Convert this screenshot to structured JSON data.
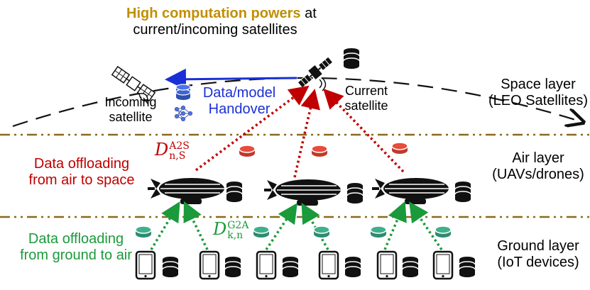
{
  "top_caption": {
    "highlight": "High computation powers",
    "rest": " at",
    "line2": "current/incoming satellites"
  },
  "satellites": {
    "incoming": [
      "Incoming",
      "satellite"
    ],
    "current": [
      "Current",
      "satellite"
    ]
  },
  "handover": [
    "Data/model",
    "Handover"
  ],
  "layers": {
    "space": [
      "Space layer",
      "(LEO Satellites)"
    ],
    "air": [
      "Air layer",
      "(UAVs/drones)"
    ],
    "ground": [
      "Ground layer",
      "(IoT devices)"
    ]
  },
  "offloading": {
    "air_to_space": [
      "Data offloading",
      "from air to space"
    ],
    "ground_to_air": [
      "Data offloading",
      "from  ground to air"
    ]
  },
  "math": {
    "a2s": {
      "base": "D",
      "sup": "A2S",
      "sub": "n,S"
    },
    "g2a": {
      "base": "D",
      "sup": "G2A",
      "sub": "k,n"
    }
  },
  "colors": {
    "handover_arrow": "#1a2fd6",
    "air_to_space": "#c00000",
    "ground_to_air": "#1a9a3a",
    "layer_divider": "#8a6a1a",
    "highlight": "#c08f00"
  },
  "icons": [
    "satellite-icon",
    "database-icon",
    "neural-network-icon",
    "airship-icon",
    "tablet-icon"
  ]
}
